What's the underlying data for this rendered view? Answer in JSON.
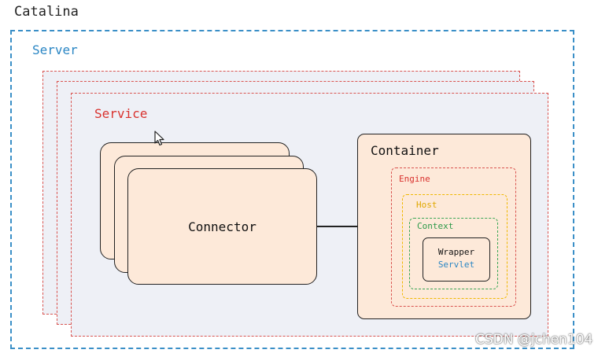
{
  "catalina": {
    "label": "Catalina"
  },
  "server": {
    "label": "Server"
  },
  "service": {
    "label": "Service"
  },
  "connector": {
    "label": "Connector"
  },
  "container": {
    "label": "Container",
    "engine": "Engine",
    "host": "Host",
    "context": "Context",
    "wrapper": "Wrapper",
    "servlet": "Servlet"
  },
  "watermark": "CSDN @jchen104",
  "colors": {
    "server": "#3a8fc7",
    "service": "#d9534f",
    "host": "#f0b800",
    "context": "#3aa655",
    "servlet": "#2a86c4",
    "card_fill": "#fde9d9"
  },
  "icons": [
    "mouse-cursor-icon"
  ]
}
